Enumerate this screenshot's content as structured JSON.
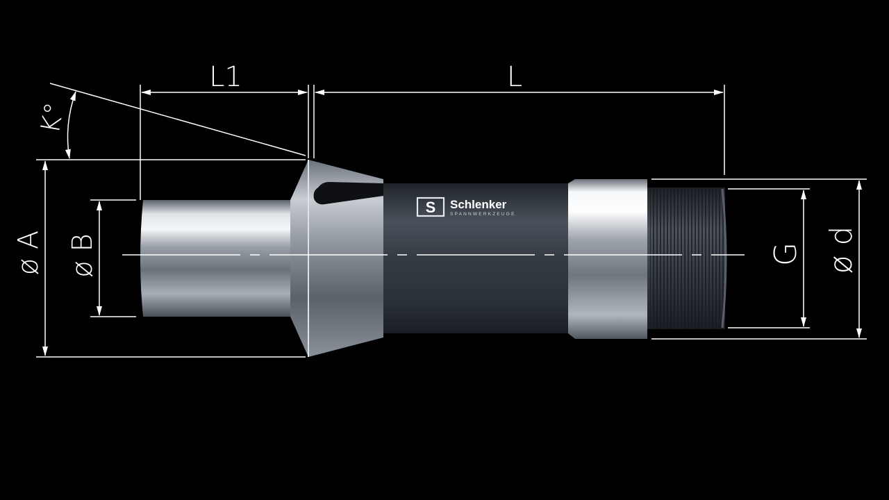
{
  "diagram": {
    "labels": {
      "l1": "L1",
      "l": "L",
      "k": "K°",
      "a": "ø A",
      "b": "ø B",
      "g": "G",
      "d": "ø d"
    },
    "brand": {
      "logo_letter": "S",
      "name": "Schlenker",
      "tagline": "SPANNWERKZEUGE"
    },
    "colors": {
      "background": "#000000",
      "dimension_lines": "#ffffff",
      "steel_light": "#e8ebef",
      "steel_dark": "#3a4048",
      "body_dark": "#262b33"
    }
  }
}
